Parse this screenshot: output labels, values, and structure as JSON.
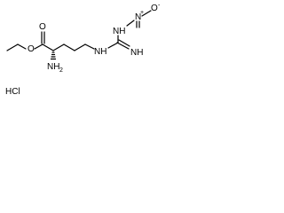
{
  "molecule": {
    "atoms": {
      "ester_oxygen": "O",
      "carbonyl_oxygen": "O",
      "amine_n": "NH",
      "amine_sub": "2",
      "chain_nh": "NH",
      "guanidine_nh": "NH",
      "imine_nh": "NH",
      "nitro_n": "N",
      "nitro_plus": "+",
      "nitro_o": "O",
      "nitro_minus": "-"
    },
    "salt": "HCl"
  }
}
